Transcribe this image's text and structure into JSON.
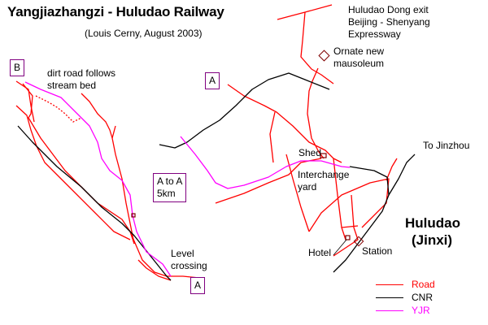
{
  "title": "Yangjiazhangzi - Huludao Railway",
  "subtitle": "(Louis Cerny, August 2003)",
  "colors": {
    "road": "#ff0000",
    "cnr": "#000000",
    "yjr": "#ff00ff",
    "marker": "#800000",
    "box_border": "#800080"
  },
  "labels": {
    "expressway": [
      "Huludao Dong exit",
      "Beijing - Shenyang",
      "Expressway"
    ],
    "mausoleum": [
      "Ornate new",
      "mausoleum"
    ],
    "dirt_road": [
      "dirt road follows",
      "stream bed"
    ],
    "to_jinzhou": "To Jinzhou",
    "shed": "Shed",
    "interchange": [
      "Interchange",
      "yard"
    ],
    "hotel": "Hotel",
    "station": "Station",
    "level_crossing": [
      "Level",
      "crossing"
    ],
    "city": [
      "Huludao",
      "(Jinxi)"
    ]
  },
  "boxes": {
    "b": "B",
    "a_top": "A",
    "a_bottom": "A",
    "scale": [
      "A to A",
      "5km"
    ]
  },
  "legend": [
    {
      "key": "road",
      "label": "Road"
    },
    {
      "key": "cnr",
      "label": "CNR"
    },
    {
      "key": "yjr",
      "label": "YJR"
    }
  ]
}
